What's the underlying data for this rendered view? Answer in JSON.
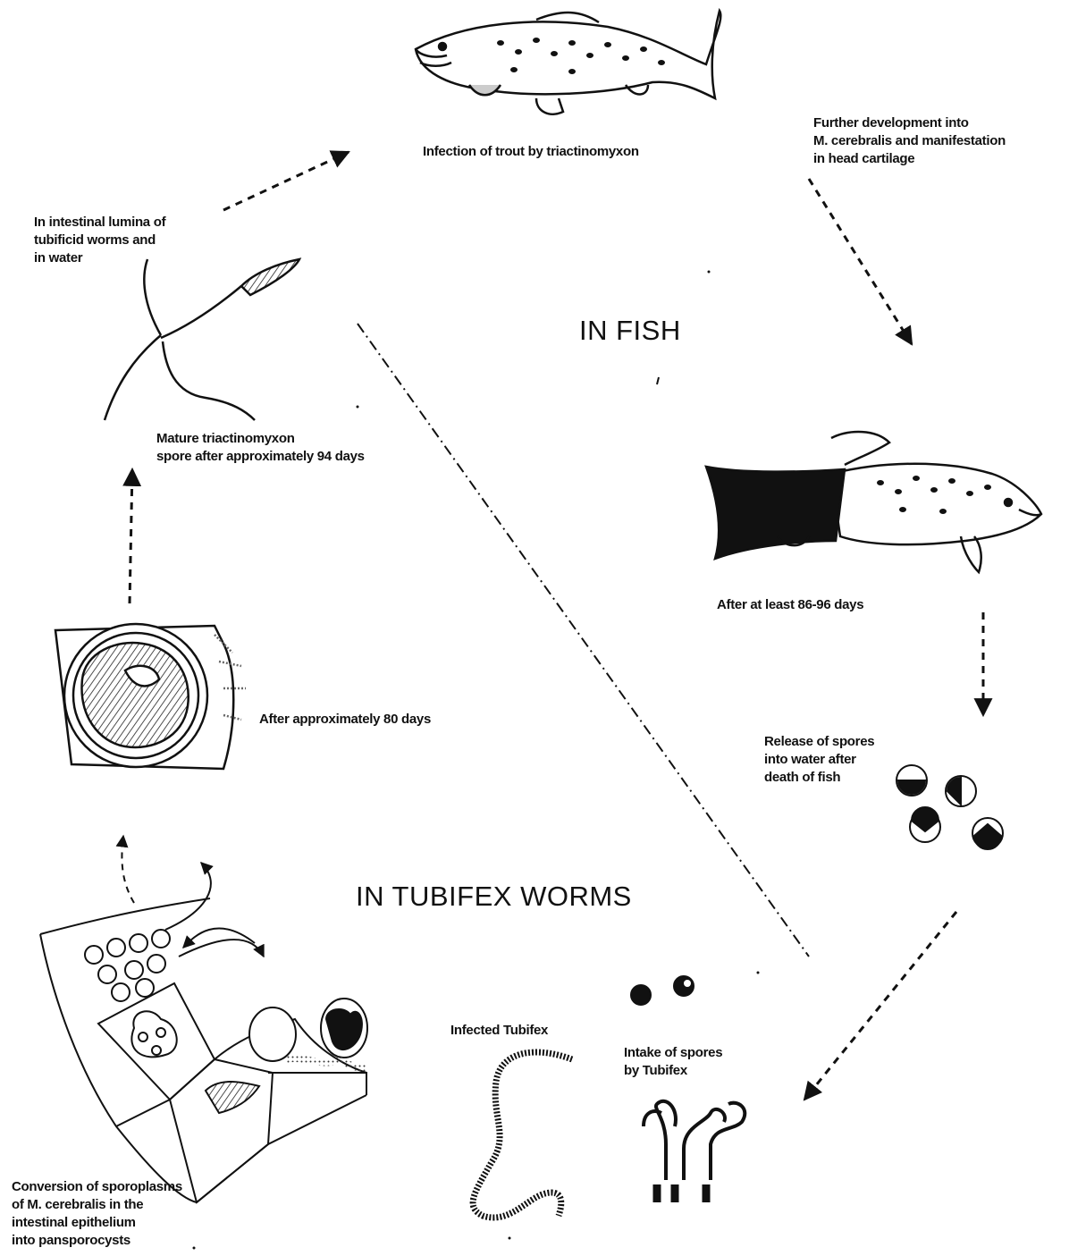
{
  "diagram": {
    "stage_headings": {
      "fish": "IN FISH",
      "worms": "IN TUBIFEX WORMS"
    },
    "labels": {
      "trout_infection": "Infection of trout by triactinomyxon",
      "further_development": "Further development into\nM. cerebralis and manifestation\nin head cartilage",
      "intestinal_lumina": "In intestinal lumina of\ntubificid worms and\nin water",
      "mature_spore": "Mature triactinomyxon\nspore after approximately 94 days",
      "after_86_96": "After at least 86-96 days",
      "after_80": "After approximately 80 days",
      "release_spores": "Release of spores\ninto water after\ndeath of fish",
      "infected_tubifex": "Infected Tubifex",
      "intake_spores": "Intake of spores\nby Tubifex",
      "conversion": "Conversion of sporoplasms\nof M. cerebralis in the\nintestinal epithelium\ninto pansporocysts"
    }
  }
}
